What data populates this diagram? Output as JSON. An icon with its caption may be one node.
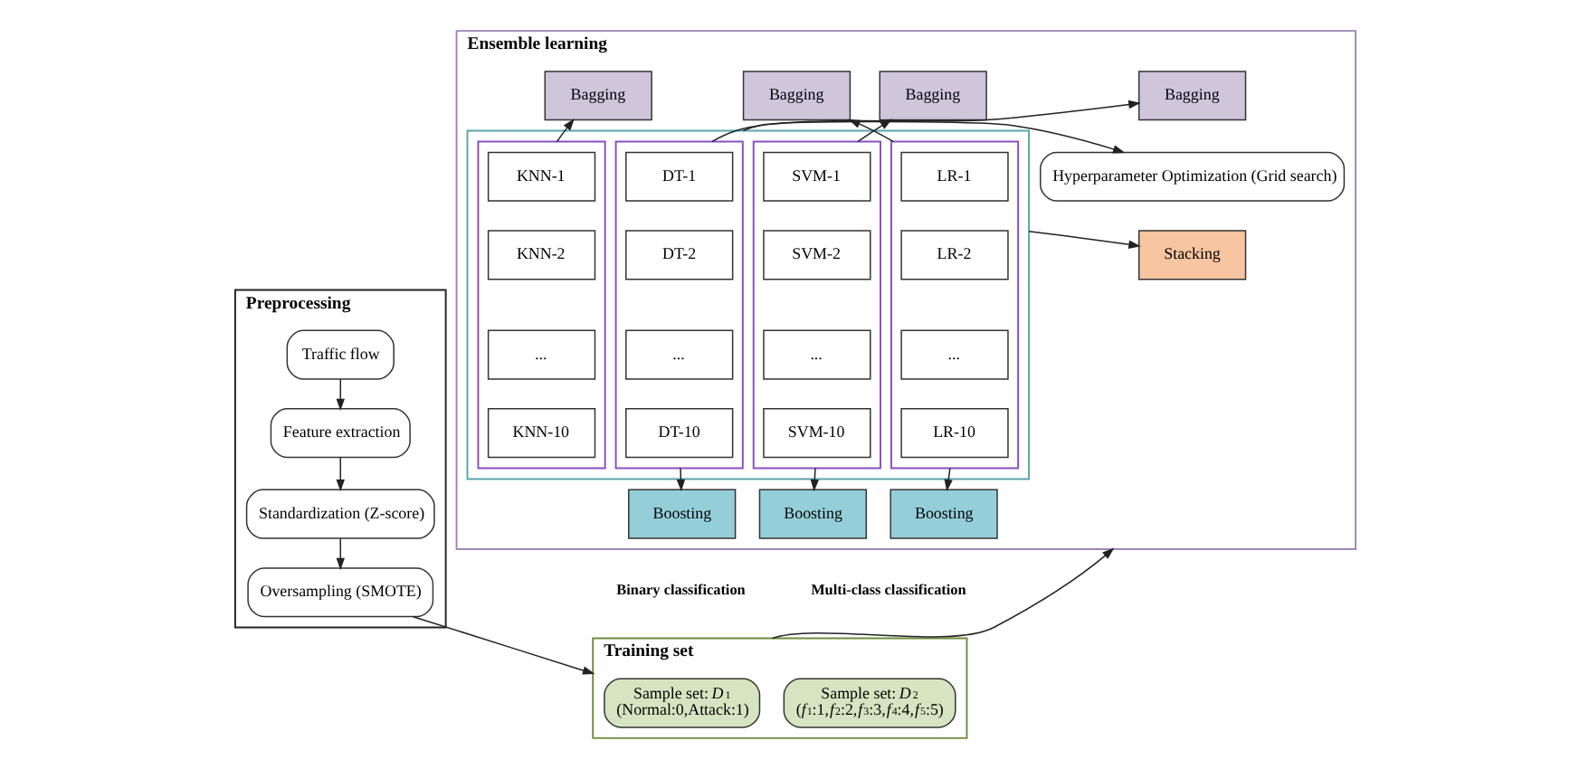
{
  "diagram": {
    "nodes": [
      {
        "text": [
          "Preprocessing"
        ]
      },
      {
        "text": [
          "Traffic flow"
        ],
        "in": 0
      },
      {
        "text": [
          "Feature extraction"
        ],
        "in": 0
      },
      {
        "text": [
          "Standardization (Z-score)"
        ],
        "in": 0
      },
      {
        "text": [
          "Oversampling (SMOTE)"
        ],
        "in": 0
      },
      {
        "text": [
          "Ensemble learning"
        ]
      },
      {
        "text": [
          "Hyperparameter Optimization (Grid search)"
        ],
        "in": 5
      },
      {
        "text": [
          "Stacking"
        ],
        "in": 5
      },
      {
        "text": [
          "Bagging"
        ],
        "in": 5
      },
      {
        "text": [
          "Bagging"
        ],
        "in": 5
      },
      {
        "text": [
          "Bagging"
        ],
        "in": 5
      },
      {
        "text": [
          "Bagging"
        ],
        "in": 5
      },
      {
        "text": [],
        "shape": "box",
        "in": 5
      },
      {
        "text": [],
        "shape": "box",
        "in": 12
      },
      {
        "text": [
          "DT-1"
        ],
        "in": 13
      },
      {
        "text": [
          "DT-2"
        ],
        "in": 13
      },
      {
        "text": [
          "..."
        ],
        "in": 13
      },
      {
        "text": [
          "DT-10"
        ],
        "in": 13
      },
      {
        "text": [],
        "shape": "box",
        "in": 12
      },
      {
        "text": [
          "SVM-1"
        ],
        "in": 18
      },
      {
        "text": [
          "SVM-2"
        ],
        "in": 18
      },
      {
        "text": [
          "..."
        ],
        "in": 18
      },
      {
        "text": [
          "SVM-10"
        ],
        "in": 18
      },
      {
        "text": [],
        "shape": "box",
        "in": 12
      },
      {
        "text": [
          "LR-1"
        ],
        "in": 23
      },
      {
        "text": [
          "LR-2"
        ],
        "in": 23
      },
      {
        "text": [
          "..."
        ],
        "in": 23
      },
      {
        "text": [
          "LR-10"
        ],
        "in": 23
      },
      {
        "text": [],
        "shape": "box",
        "in": 12
      },
      {
        "text": [
          "KNN-1"
        ],
        "in": 28
      },
      {
        "text": [
          "KNN-2"
        ],
        "in": 28
      },
      {
        "text": [
          "..."
        ],
        "in": 28
      },
      {
        "text": [
          "KNN-10"
        ],
        "in": 28
      },
      {
        "text": [
          "Boosting"
        ],
        "in": 5
      },
      {
        "text": [
          "Boosting"
        ],
        "in": 5
      },
      {
        "text": [
          "Boosting"
        ],
        "in": 5
      },
      {
        "text": [
          "Training set"
        ]
      },
      {
        "text": [
          "Sample set: *D*$_{1}$",
          "(Normal:0,Attack:1)"
        ],
        "in": 36
      },
      {
        "text": [
          "Sample set: *D*$_{2}$",
          "(*f*$_{1}$:1,*f*$_{2}$:2,*f*$_{3}$:3,*f*$_{4}$:4,*f*$_{5}$:5)"
        ],
        "in": 36
      }
    ],
    "edges": [
      {
        "from": 1,
        "to": 2,
        "arrow": "to"
      },
      {
        "from": 2,
        "to": 3,
        "arrow": "to"
      },
      {
        "from": 3,
        "to": 4,
        "arrow": "to"
      },
      {
        "from": 4,
        "to": 36,
        "arrow": "to"
      },
      {
        "from": 36,
        "to": 5,
        "arrow": "to"
      },
      {
        "from": 12,
        "to": 6,
        "arrow": "to"
      },
      {
        "from": 12,
        "to": 7,
        "arrow": "to"
      },
      {
        "from": 13,
        "to": 8,
        "arrow": "to"
      },
      {
        "from": 18,
        "to": 9,
        "arrow": "to"
      },
      {
        "from": 23,
        "to": 10,
        "arrow": "to"
      },
      {
        "from": 28,
        "to": 11,
        "arrow": "to"
      },
      {
        "from": 13,
        "to": 33,
        "arrow": "to"
      },
      {
        "from": 18,
        "to": 34,
        "arrow": "to"
      },
      {
        "from": 23,
        "to": 35,
        "arrow": "to"
      }
    ],
    "labels": [
      "Binary classification",
      "Multi-class classification"
    ]
  }
}
